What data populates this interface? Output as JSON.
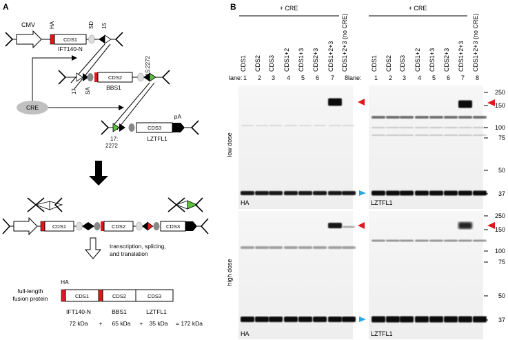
{
  "panel_a": {
    "letter": "A",
    "labels": {
      "cmv": "CMV",
      "ha": "HA",
      "sd": "SD",
      "lox15": "15",
      "lox17": "17",
      "sa": "SA",
      "lox15_2272": "15:2272",
      "lox17_2272": "17:\n2272",
      "pa": "pA",
      "cre": "CRE",
      "ift140n": "IFT140-N",
      "bbs1": "BBS1",
      "lztfl1": "LZTFL1",
      "cds1": "CDS1",
      "cds2": "CDS2",
      "cds3": "CDS3"
    },
    "step_text": [
      "transcription, splicing,",
      "and translation"
    ],
    "fusion_label": [
      "full-length",
      "fusion protein"
    ],
    "fusion_ha": "HA",
    "fusion_parts": [
      "IFT140-N",
      "BBS1",
      "LZTFL1"
    ],
    "sizes": [
      "72 kDa",
      "+",
      "65 kDa",
      "+",
      "35 kDa",
      "= 172 kDa"
    ]
  },
  "panel_b": {
    "letter": "B",
    "cre_header": "+ CRE",
    "lanes_label": "lane:",
    "lane_names": [
      "CDS1",
      "CDS2",
      "CDS3",
      "CDS1+2",
      "CDS1+3",
      "CDS2+3",
      "CDS1+2+3",
      "CDS1+2+3 (no CRE)"
    ],
    "lane_numbers": [
      "1",
      "2",
      "3",
      "4",
      "5",
      "6",
      "7",
      "8"
    ],
    "dose_labels": [
      "low dose",
      "high dose"
    ],
    "antibodies": [
      "HA",
      "LZTFL1",
      "HA",
      "LZTFL1"
    ],
    "mw_markers": [
      "250",
      "150",
      "100",
      "75",
      "50",
      "37"
    ],
    "colors": {
      "red_arrow": "#e3161b",
      "cyan_arrow": "#27a9df",
      "green_lox": "#5ac23d",
      "red_lox": "#e3161b"
    }
  }
}
